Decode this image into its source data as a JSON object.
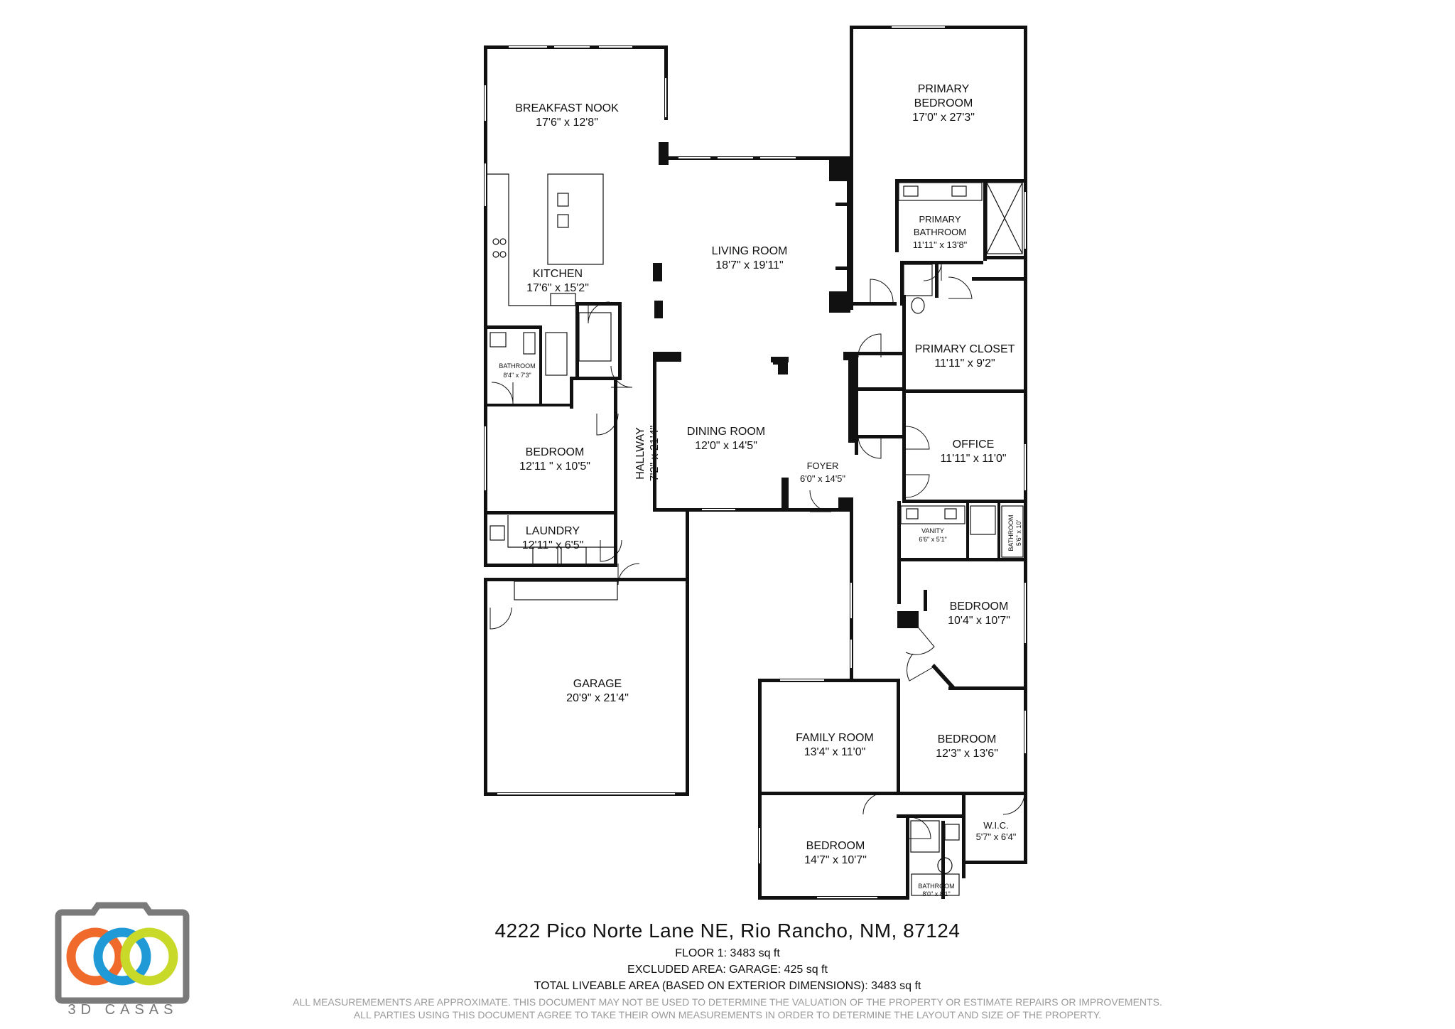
{
  "rooms": {
    "breakfast_nook": {
      "name": "BREAKFAST NOOK",
      "dims": "17'6\" x 12'8\""
    },
    "kitchen": {
      "name": "KITCHEN",
      "dims": "17'6\" x 15'2\""
    },
    "living_room": {
      "name": "LIVING ROOM",
      "dims": "18'7\" x 19'11\""
    },
    "primary_bedroom": {
      "name_line1": "PRIMARY",
      "name_line2": "BEDROOM",
      "dims": "17'0\" x 27'3\""
    },
    "primary_bathroom": {
      "name_line1": "PRIMARY",
      "name_line2": "BATHROOM",
      "dims": "11'11\" x 13'8\""
    },
    "primary_closet": {
      "name": "PRIMARY CLOSET",
      "dims": "11'11\" x 9'2\""
    },
    "bathroom_1": {
      "name": "BATHROOM",
      "dims": "8'4\" x 7'3\""
    },
    "bedroom_1": {
      "name": "BEDROOM",
      "dims": "12'11 \" x 10'5\""
    },
    "hallway": {
      "name": "HALLWAY",
      "dims": "7'2\" x 21'4\""
    },
    "dining_room": {
      "name": "DINING ROOM",
      "dims": "12'0\" x 14'5\""
    },
    "foyer": {
      "name": "FOYER",
      "dims": "6'0\" x 14'5\""
    },
    "office": {
      "name": "OFFICE",
      "dims": "11'11\" x 11'0\""
    },
    "laundry": {
      "name": "LAUNDRY",
      "dims": "12'11\" x 6'5\""
    },
    "vanity": {
      "name": "VANITY",
      "dims": "6'6\" x 5'1\""
    },
    "bathroom_2": {
      "name": "BATHROOM",
      "dims": "5'6\" x 10'"
    },
    "bedroom_2": {
      "name": "BEDROOM",
      "dims": "10'4\" x 10'7\""
    },
    "garage": {
      "name": "GARAGE",
      "dims": "20'9\" x 21'4\""
    },
    "family_room": {
      "name": "FAMILY ROOM",
      "dims": "13'4\" x 11'0\""
    },
    "bedroom_3": {
      "name": "BEDROOM",
      "dims": "12'3\" x 13'6\""
    },
    "bedroom_4": {
      "name": "BEDROOM",
      "dims": "14'7\" x 10'7\""
    },
    "wic": {
      "name": "W.I.C.",
      "dims": "5'7\" x 6'4\""
    },
    "bathroom_3": {
      "name": "BATHROOM",
      "dims": "8'0\" x 8'1\""
    }
  },
  "info": {
    "address": "4222 Pico Norte Lane NE, Rio Rancho, NM, 87124",
    "floor": "FLOOR 1: 3483 sq ft",
    "excluded": "EXCLUDED AREA: GARAGE: 425 sq ft",
    "total": "TOTAL LIVEABLE AREA (BASED ON EXTERIOR DIMENSIONS): 3483 sq ft",
    "disclaimer_1": "ALL MEASUREMEMENTS ARE APPROXIMATE. THIS DOCUMENT MAY NOT BE USED TO DETERMINE THE VALUATION OF THE PROPERTY OR ESTIMATE REPAIRS OR IMPROVEMENTS.",
    "disclaimer_2": "ALL PARTIES USING THIS DOCUMENT AGREE TO TAKE THEIR OWN MEASUREMENTS IN ORDER TO DETERMINE THE LAYOUT AND SIZE OF THE PROPERTY."
  },
  "logo": {
    "text": "3D CASAS",
    "colors": {
      "frame": "#7a7a7a",
      "ring_left": "#ef6a2b",
      "ring_middle": "#1f9ad6",
      "ring_right": "#c8d92a"
    }
  }
}
